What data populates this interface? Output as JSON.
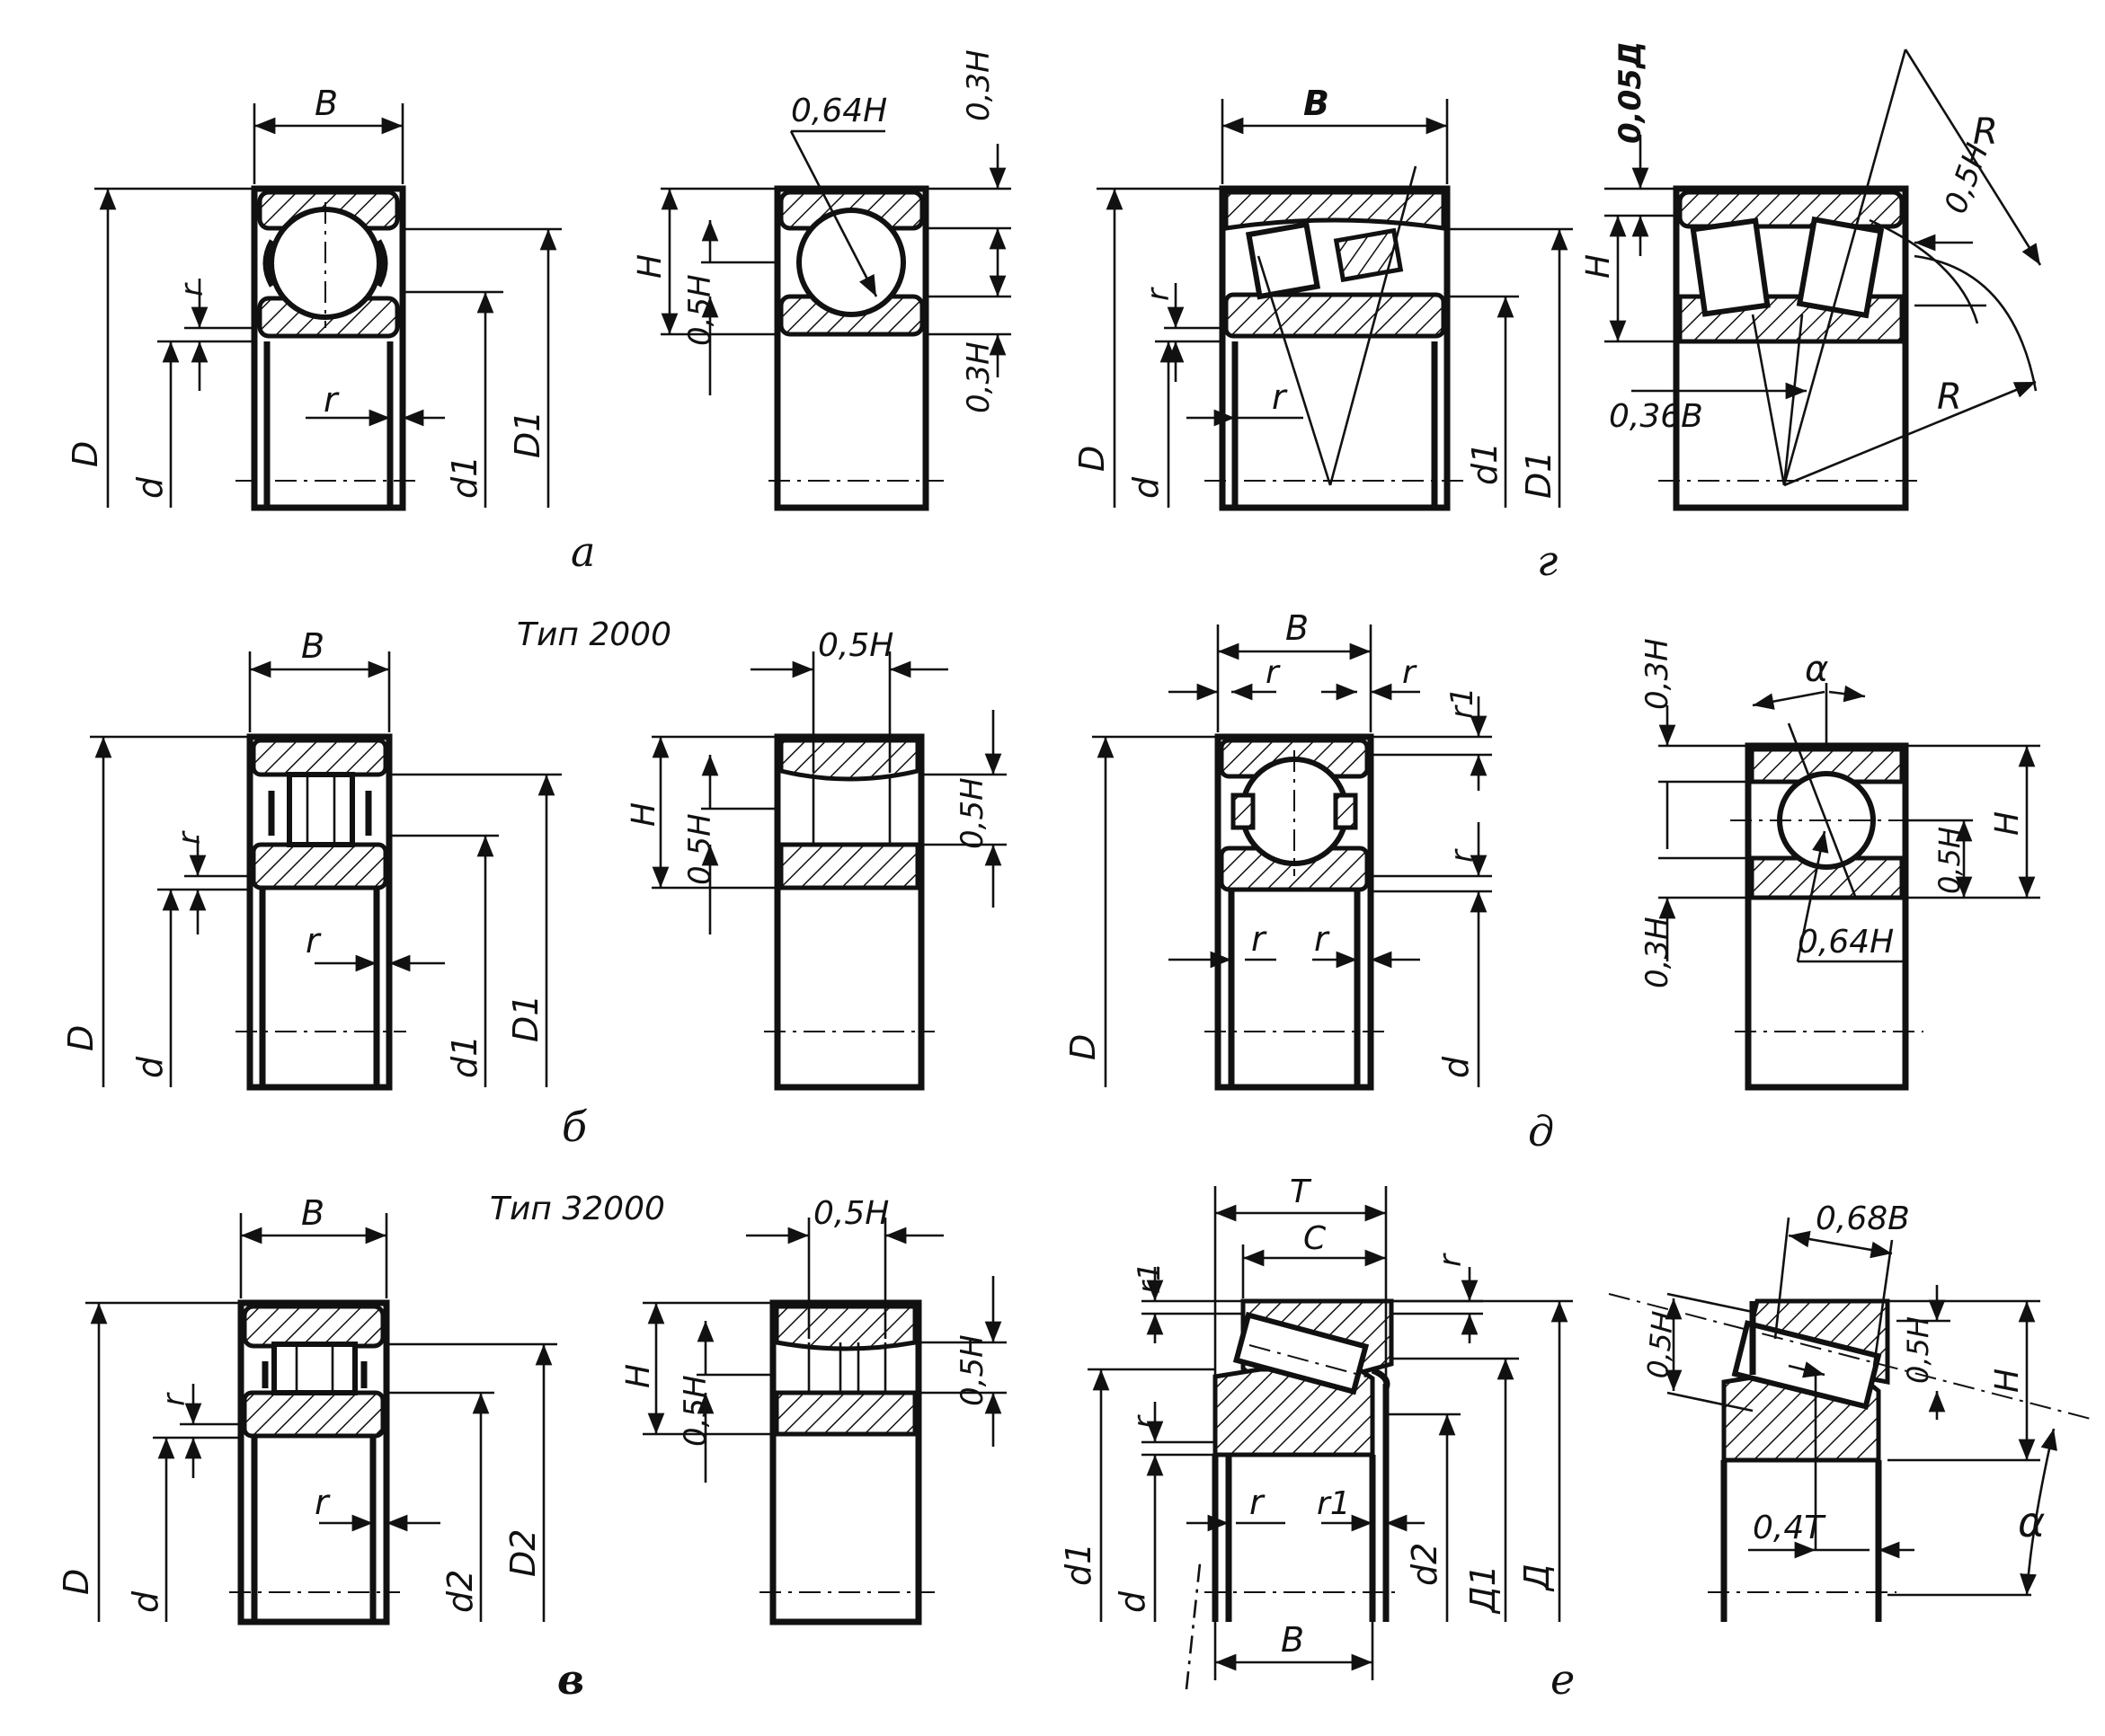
{
  "page": {
    "background": "#ffffff",
    "ink": "#111111"
  },
  "types": {
    "type_2000": "Тип 2000",
    "type_32000": "Тип 32000"
  },
  "subfigures": {
    "a": "а",
    "b": "б",
    "v": "в",
    "g": "г",
    "d": "д",
    "e": "е"
  },
  "labels": {
    "B": "B",
    "D": "D",
    "d": "d",
    "d1": "d1",
    "D1": "D1",
    "d2": "d2",
    "D2": "D2",
    "r": "r",
    "r1": "r1",
    "H": "H",
    "T": "T",
    "C": "C",
    "R": "R",
    "alpha": "α",
    "D_cap": "Д",
    "D1_cap": "Д1",
    "h064": "0,64H",
    "h03": "0,3H",
    "h05": "0,5H",
    "d005": "0,05Д",
    "b036": "0,36B",
    "b068": "0,68B",
    "t04": "0,4T"
  }
}
